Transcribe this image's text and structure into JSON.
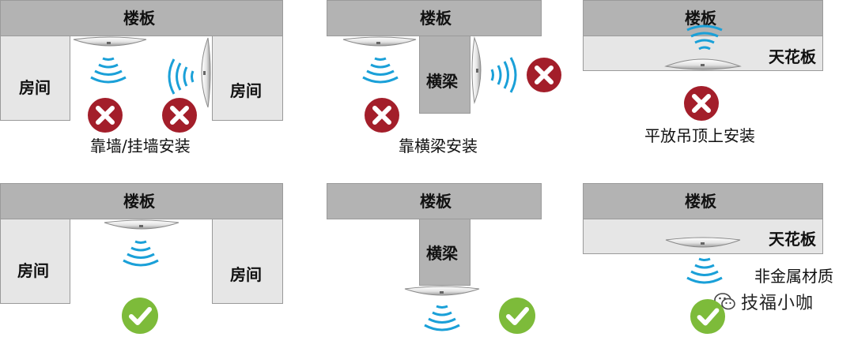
{
  "labels": {
    "floor_slab": "楼板",
    "room": "房间",
    "beam": "横梁",
    "ceiling": "天花板"
  },
  "captions": {
    "wall_mount": "靠墙/挂墙安装",
    "beam_mount": "靠横梁安装",
    "flat_ceiling": "平放吊顶上安装"
  },
  "note": "非金属材质",
  "watermark": "技福小咖",
  "icons": {
    "wrong": "cross-mark-icon",
    "right": "check-mark-icon",
    "device": "wireless-ap-icon",
    "signal": "wifi-signal-icon",
    "wechat": "wechat-logo-icon"
  },
  "colors": {
    "slab": "#b3b3b3",
    "wall": "#e6e6e6",
    "wrong": "#a31e2a",
    "right": "#7dbb3a",
    "signal": "#1aa0d8"
  }
}
